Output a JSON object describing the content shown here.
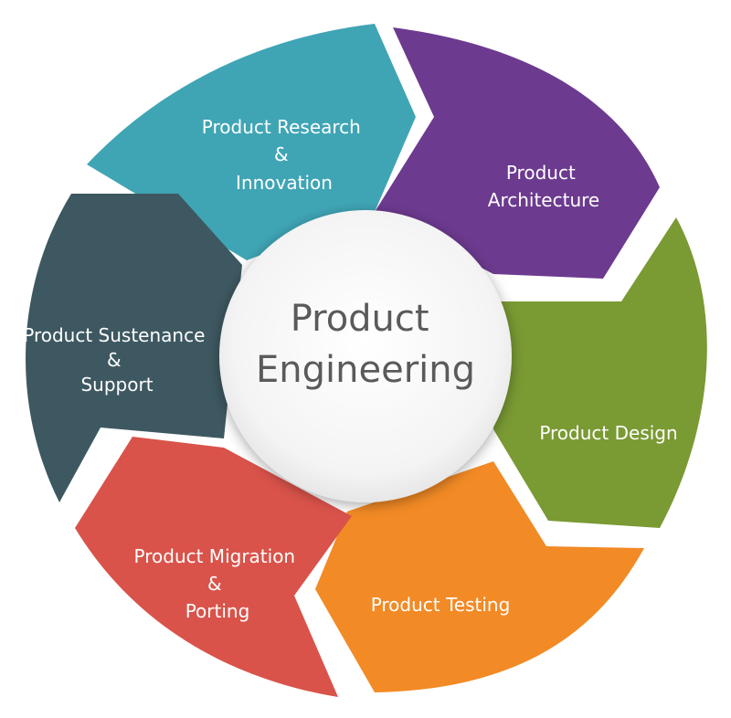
{
  "center": {
    "line1": "Product",
    "line2": "Engineering",
    "text_color": "#5a5a5a",
    "fill_color": "#ffffff"
  },
  "segments": [
    {
      "name": "research",
      "color": "#3fa5b5",
      "lines": [
        "Product Research",
        "&",
        "Innovation"
      ]
    },
    {
      "name": "architecture",
      "color": "#6c3a8f",
      "lines": [
        "Product",
        "Architecture"
      ]
    },
    {
      "name": "design",
      "color": "#7a9a33",
      "lines": [
        "Product Design"
      ]
    },
    {
      "name": "testing",
      "color": "#f28a25",
      "lines": [
        "Product Testing"
      ]
    },
    {
      "name": "migration",
      "color": "#d9534a",
      "lines": [
        "Product Migration",
        "&",
        "Porting"
      ]
    },
    {
      "name": "sustenance",
      "color": "#3e5861",
      "lines": [
        "Product Sustenance",
        "&",
        "Support"
      ]
    }
  ]
}
